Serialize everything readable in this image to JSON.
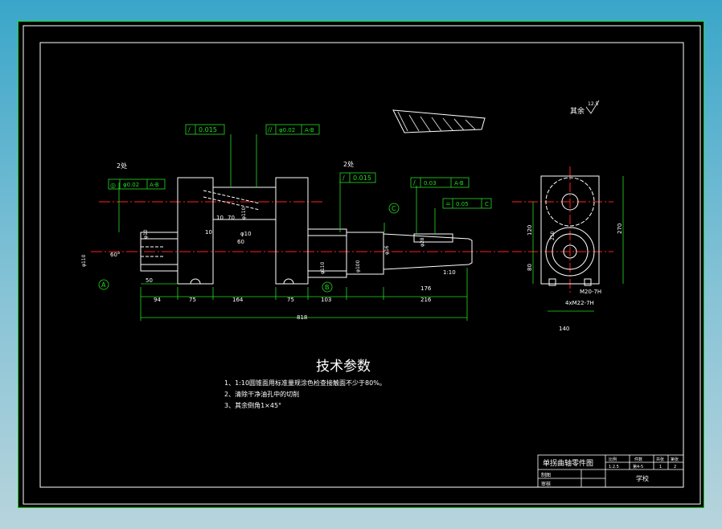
{
  "colors": {
    "background": "#000000",
    "outline": "#ffffff",
    "frame": "#1fd21f",
    "dimension": "#22dd22",
    "centerline": "#ff2020",
    "hatch": "#d0d0d0",
    "title_text": "#ffffff"
  },
  "notes": {
    "heading": "技术参数",
    "items": [
      "1、1:10圆锥面用标准量规涂色检查接触面不少于80%。",
      "2、清除干净油孔中的切削",
      "3、其余倒角1×45°"
    ]
  },
  "roughness_note": {
    "label": "其余",
    "value": "12.5"
  },
  "title_block": {
    "part_name": "单拐曲轴零件图",
    "header": [
      "比例",
      "件数",
      "共张",
      "第张"
    ],
    "row2": [
      "1:2.5",
      "第4-5",
      "1",
      "2"
    ],
    "signatures": [
      "制图",
      "审核"
    ],
    "school": "学校"
  },
  "dimensions": {
    "lengths": [
      "50",
      "94",
      "75",
      "164",
      "75",
      "103",
      "176",
      "216",
      "818",
      "60",
      "10",
      "10",
      "70"
    ],
    "diameters": [
      "φ110",
      "φ110",
      "φ110",
      "φ100",
      "φ10",
      "φ10",
      "φ16",
      "φ28"
    ],
    "side_view": [
      "270",
      "120",
      "80",
      "140",
      "4xM22-7H",
      "M20-7H",
      "210"
    ],
    "callouts": [
      "2处",
      "2处",
      "60°"
    ]
  },
  "tolerances": {
    "gdt_1": [
      "/",
      "0.015"
    ],
    "gdt_2": [
      "//",
      "φ0.02",
      "A-B"
    ],
    "gdt_3": [
      "◎",
      "φ0.02",
      "A-B"
    ],
    "gdt_4": [
      "/",
      "0.015"
    ],
    "gdt_5": [
      "/",
      "0.03",
      "A-B"
    ],
    "gdt_6": [
      "=",
      "0.05",
      "C"
    ]
  },
  "datums": [
    "A",
    "B",
    "C"
  ],
  "taper": "1:10"
}
